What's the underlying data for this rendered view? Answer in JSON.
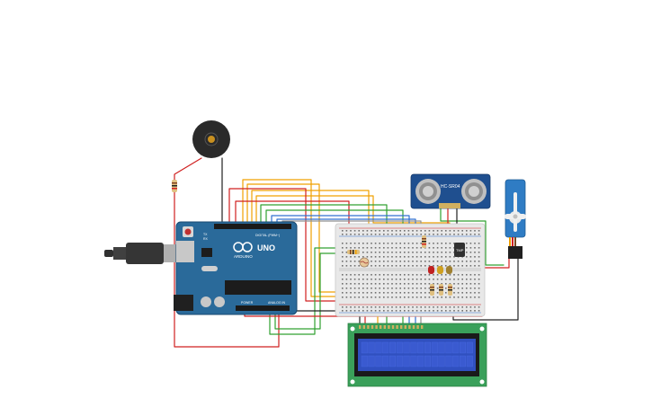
{
  "arduino": {
    "brand": "ARDUINO",
    "model": "UNO",
    "digital_label": "DIGITAL (PWM~)",
    "power_label": "POWER",
    "analog_label": "ANALOG IN",
    "tx_label": "TX",
    "rx_label": "RX"
  },
  "ultrasonic": {
    "label": "HC-SR04"
  },
  "temp_sensor": {
    "label": "TMP"
  },
  "colors": {
    "arduino_board": "#2a6a9a",
    "breadboard": "#e8e8e8",
    "lcd_pcb": "#3aa05a",
    "lcd_screen": "#3050c0",
    "servo": "#2f7cc4",
    "sensor": "#1f4f8f",
    "wire_red": "#d02020",
    "wire_orange": "#f0a000",
    "wire_green": "#30a030",
    "wire_black": "#202020",
    "wire_blue": "#3070d0"
  },
  "components": [
    "piezo-buzzer",
    "arduino-uno",
    "breadboard",
    "lcd-16x2",
    "ultrasonic-sensor",
    "servo-motor",
    "photoresistor",
    "temperature-sensor",
    "led-red",
    "led-yellow",
    "led-green",
    "resistors"
  ]
}
